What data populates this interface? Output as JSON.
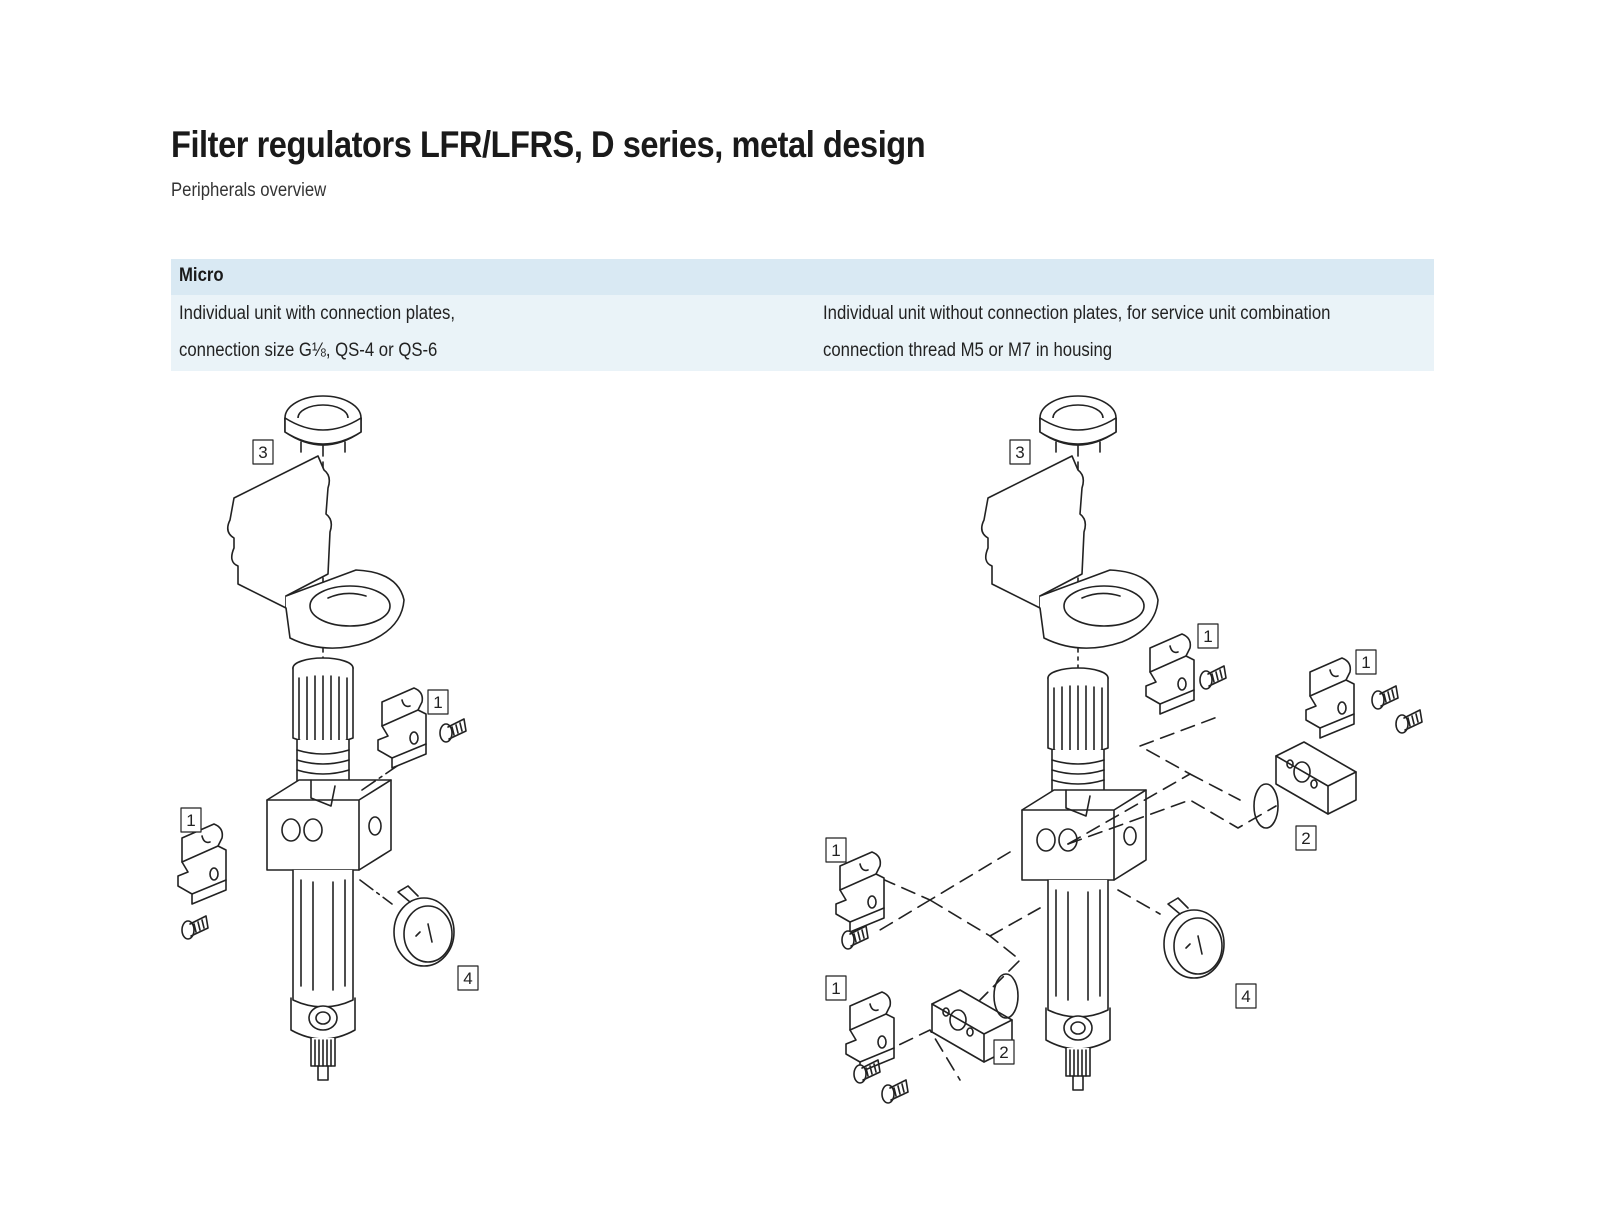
{
  "header": {
    "title": "Filter regulators LFR/LFRS, D series, metal design",
    "subtitle": "Peripherals overview"
  },
  "section": {
    "label": "Micro",
    "left_desc": [
      "Individual unit with connection plates,",
      "connection size G⅛, QS-4 or QS-6"
    ],
    "right_desc": [
      "Individual unit without connection plates, for service unit combination",
      "connection thread M5 or M7 in housing"
    ]
  },
  "callouts": {
    "left": [
      "3",
      "1",
      "1",
      "4"
    ],
    "right": [
      "3",
      "1",
      "1",
      "2",
      "1",
      "1",
      "2",
      "4"
    ]
  }
}
